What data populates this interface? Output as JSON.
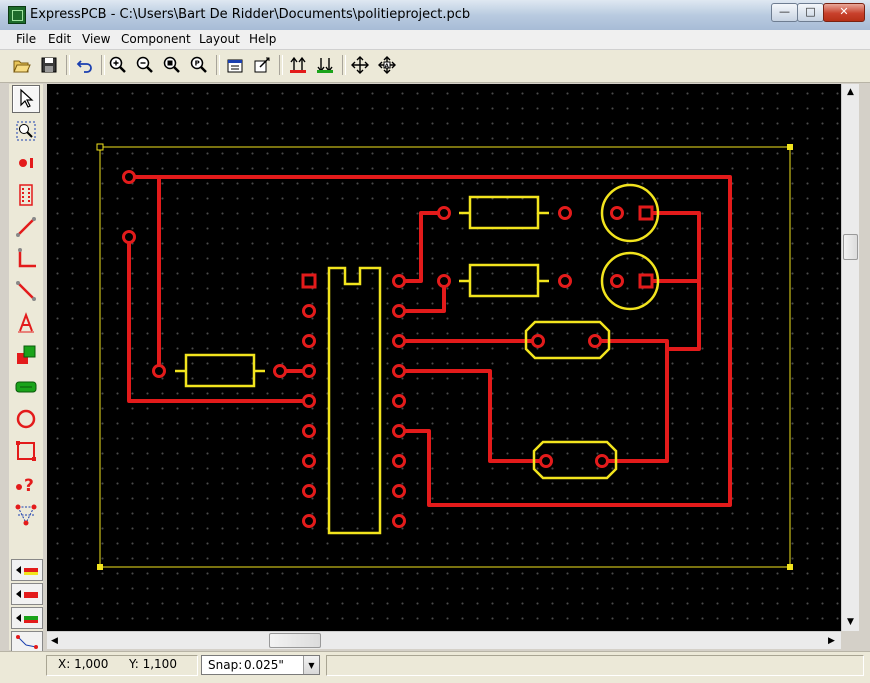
{
  "window": {
    "title": "ExpressPCB - C:\\Users\\Bart De Ridder\\Documents\\politieproject.pcb",
    "controls": {
      "minimize": "—",
      "maximize": "□",
      "close": "✕"
    }
  },
  "menu": [
    "File",
    "Edit",
    "View",
    "Component",
    "Layout",
    "Help"
  ],
  "toolbar": {
    "icons": [
      "open-icon",
      "save-icon",
      "undo-icon",
      "zoom-in-icon",
      "zoom-out-icon",
      "zoom-area-icon",
      "zoom-page-icon",
      "properties-icon",
      "part-info-icon",
      "top-layer-icon",
      "bottom-layer-icon",
      "pan-icon",
      "auto-pan-icon"
    ]
  },
  "left_tools": {
    "icons": [
      "select-icon",
      "zoom-select-icon",
      "place-pad-icon",
      "place-component-icon",
      "place-trace-icon",
      "corner-trace-icon",
      "diagonal-trace-icon",
      "text-icon",
      "filled-rect-icon",
      "place-component-green-icon",
      "circle-icon",
      "rectangle-icon",
      "query-icon",
      "netlist-icon"
    ],
    "layers": [
      "top-layer-toggle-icon",
      "bottom-layer-toggle-icon",
      "silk-layer-toggle-icon",
      "rats-nest-icon"
    ]
  },
  "colors": {
    "canvas": "#000000",
    "trace": "#e31b1b",
    "silkscreen": "#f2e41e",
    "board_outline": "#f2e41e"
  },
  "status": {
    "x": "X: 1,000",
    "y": "Y: 1,100",
    "snap_label": "Snap:",
    "snap_value": "0.025\""
  }
}
